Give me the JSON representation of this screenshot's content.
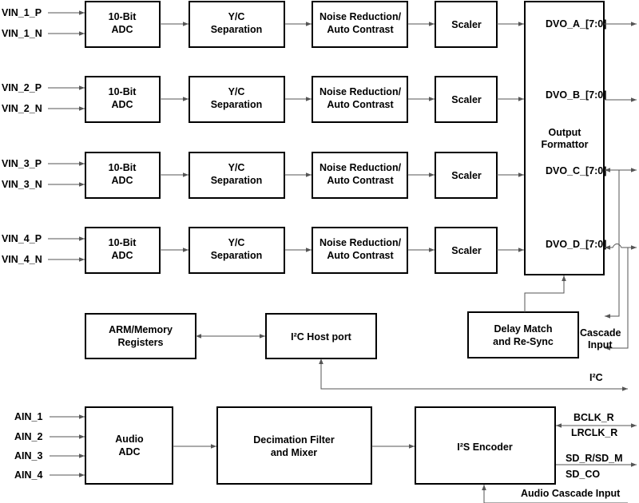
{
  "inputs": {
    "ch1": [
      "VIN_1_P",
      "VIN_1_N"
    ],
    "ch2": [
      "VIN_2_P",
      "VIN_2_N"
    ],
    "ch3": [
      "VIN_3_P",
      "VIN_3_N"
    ],
    "ch4": [
      "VIN_4_P",
      "VIN_4_N"
    ]
  },
  "blocks": {
    "adc": [
      "10-Bit",
      "ADC"
    ],
    "yc": [
      "Y/C",
      "Separation"
    ],
    "nr": [
      "Noise Reduction/",
      "Auto Contrast"
    ],
    "scaler": "Scaler",
    "formatter": [
      "Output",
      "Formattor"
    ],
    "delay": [
      "Delay Match",
      "and Re-Sync"
    ],
    "arm": [
      "ARM/Memory",
      "Registers"
    ],
    "i2c_host": "I²C Host port",
    "audio_adc": [
      "Audio",
      "ADC"
    ],
    "decim": [
      "Decimation Filter",
      "and Mixer"
    ],
    "i2s": "I²S Encoder"
  },
  "outputs": {
    "dvo": [
      "DVO_A_[7:0]",
      "DVO_B_[7:0]",
      "DVO_C_[7:0]",
      "DVO_D_[7:0]"
    ],
    "cascade": [
      "Cascade",
      "Input"
    ],
    "i2c": "I²C"
  },
  "audio": {
    "inputs": [
      "AIN_1",
      "AIN_2",
      "AIN_3",
      "AIN_4"
    ],
    "bclk": "BCLK_R",
    "lrclk": "LRCLK_R",
    "sd": "SD_R/SD_M",
    "sd_co": "SD_CO",
    "cascade": "Audio Cascade Input"
  }
}
